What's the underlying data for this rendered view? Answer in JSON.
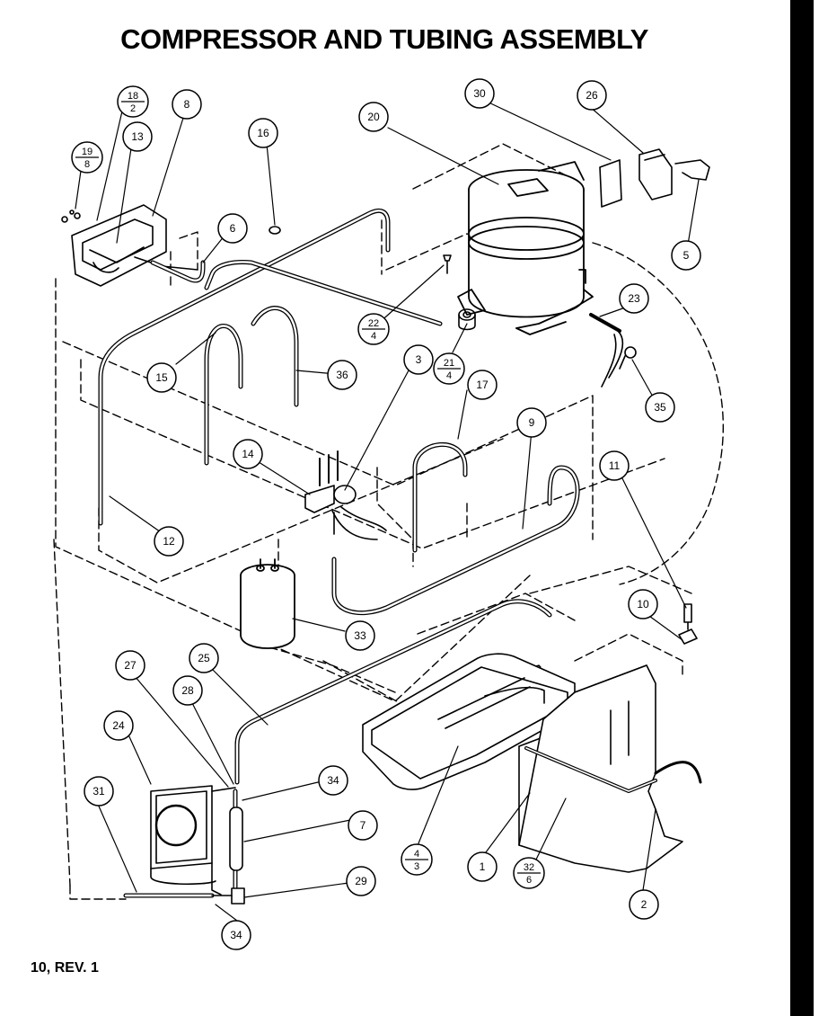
{
  "title": "COMPRESSOR AND TUBING ASSEMBLY",
  "footer": "10, REV. 1",
  "colors": {
    "ink": "#000000",
    "paper": "#ffffff"
  },
  "callouts": [
    {
      "id": "c1",
      "label": "1"
    },
    {
      "id": "c2",
      "label": "2"
    },
    {
      "id": "c3",
      "label": "3"
    },
    {
      "id": "c5",
      "label": "5"
    },
    {
      "id": "c6",
      "label": "6"
    },
    {
      "id": "c7",
      "label": "7"
    },
    {
      "id": "c8",
      "label": "8"
    },
    {
      "id": "c9",
      "label": "9"
    },
    {
      "id": "c10",
      "label": "10"
    },
    {
      "id": "c11",
      "label": "11"
    },
    {
      "id": "c12",
      "label": "12"
    },
    {
      "id": "c13",
      "label": "13"
    },
    {
      "id": "c14",
      "label": "14"
    },
    {
      "id": "c15",
      "label": "15"
    },
    {
      "id": "c16",
      "label": "16"
    },
    {
      "id": "c17",
      "label": "17"
    },
    {
      "id": "c20",
      "label": "20"
    },
    {
      "id": "c23",
      "label": "23"
    },
    {
      "id": "c24",
      "label": "24"
    },
    {
      "id": "c25",
      "label": "25"
    },
    {
      "id": "c26",
      "label": "26"
    },
    {
      "id": "c27",
      "label": "27"
    },
    {
      "id": "c28",
      "label": "28"
    },
    {
      "id": "c29",
      "label": "29"
    },
    {
      "id": "c30",
      "label": "30"
    },
    {
      "id": "c31",
      "label": "31"
    },
    {
      "id": "c33",
      "label": "33"
    },
    {
      "id": "c34a",
      "label": "34"
    },
    {
      "id": "c34b",
      "label": "34"
    },
    {
      "id": "c35",
      "label": "35"
    },
    {
      "id": "c36",
      "label": "36"
    }
  ],
  "fraction_callouts": [
    {
      "id": "f18",
      "top": "18",
      "bottom": "2"
    },
    {
      "id": "f19",
      "top": "19",
      "bottom": "8"
    },
    {
      "id": "f22",
      "top": "22",
      "bottom": "4"
    },
    {
      "id": "f21",
      "top": "21",
      "bottom": "4"
    },
    {
      "id": "f4",
      "top": "4",
      "bottom": "3"
    },
    {
      "id": "f32",
      "top": "32",
      "bottom": "6"
    }
  ]
}
